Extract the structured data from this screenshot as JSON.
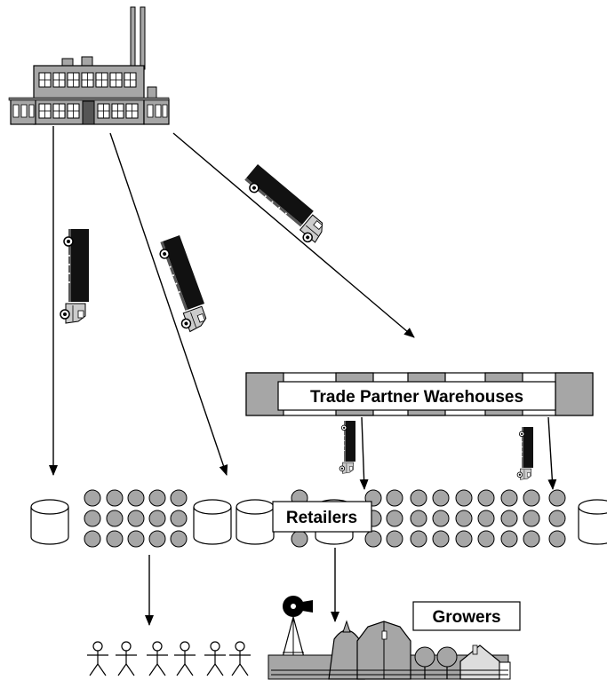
{
  "labels": {
    "warehouses": "Trade Partner Warehouses",
    "retailers": "Retailers",
    "growers": "Growers"
  },
  "icons": {
    "factory": "factory-icon",
    "truck": "truck-icon",
    "warehouse": "warehouse-icon",
    "store": "store-icon",
    "consumer": "stick-figure-icon",
    "farm": "farm-icon"
  },
  "colors": {
    "outline": "#000000",
    "gray_fill": "#a6a6a6",
    "background": "#ffffff"
  }
}
